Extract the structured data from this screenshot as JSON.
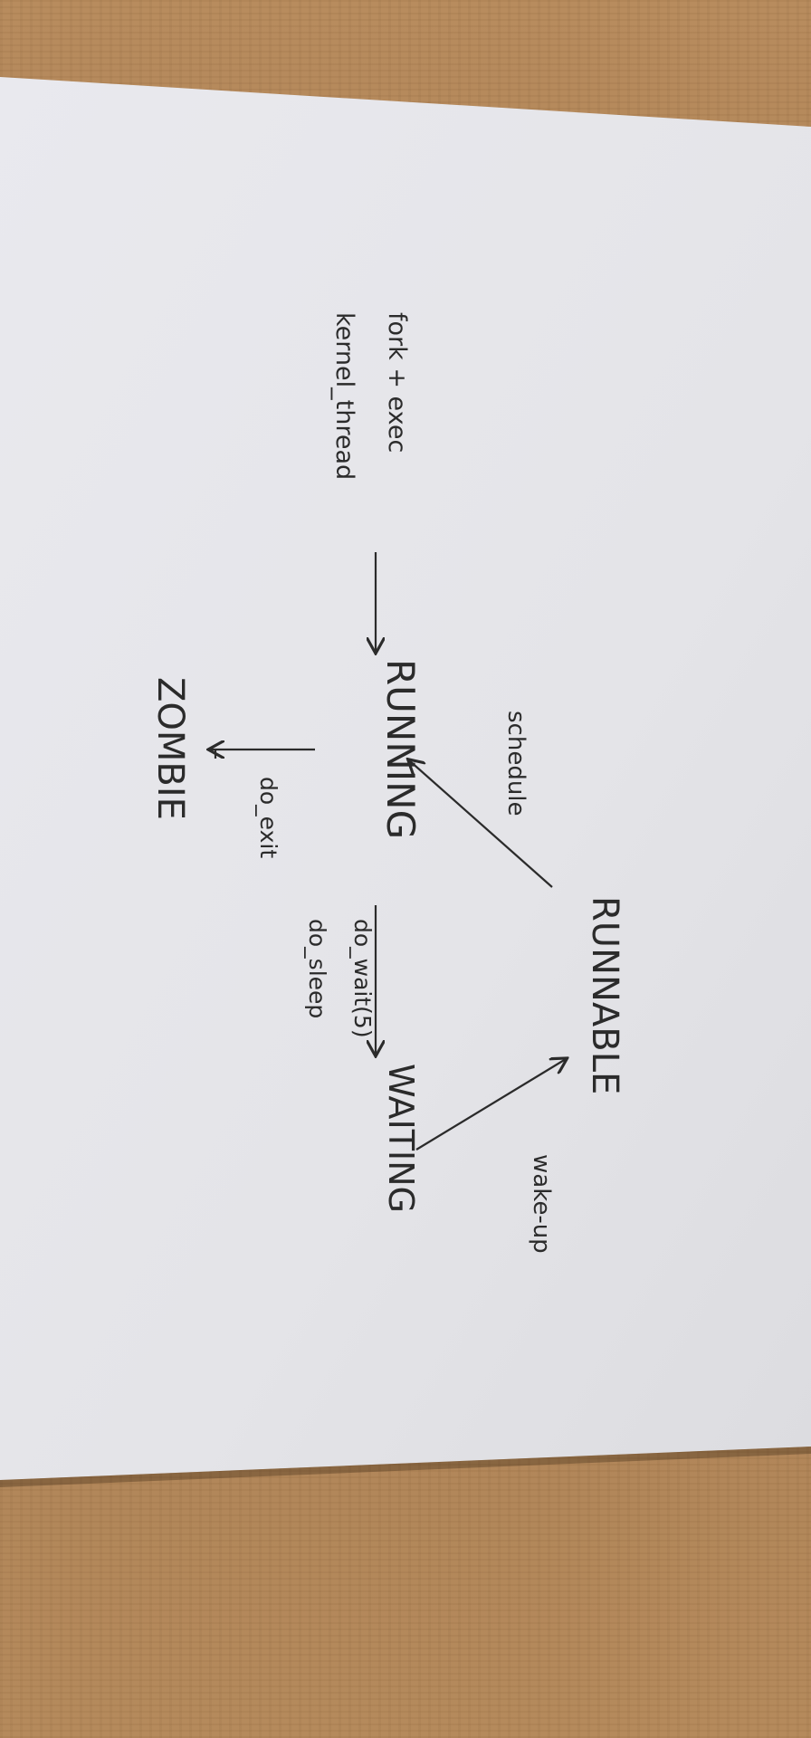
{
  "diagram": {
    "nodes": {
      "running": "RUNNING",
      "runnable": "RUNNABLE",
      "waiting": "WAITING",
      "zombie": "ZOMBIE"
    },
    "labels": {
      "fork_exec": "fork + exec",
      "kernel_thread": "kernel_thread",
      "schedule": "schedule",
      "wake_up": "wake-up",
      "do_wait": "do_wait(5)",
      "do_sleep": "do_sleep",
      "do_exit": "do_exit"
    }
  },
  "colors": {
    "paper": "#e6e6ea",
    "ink": "#2b2b2b",
    "desk": "#b0855a"
  }
}
